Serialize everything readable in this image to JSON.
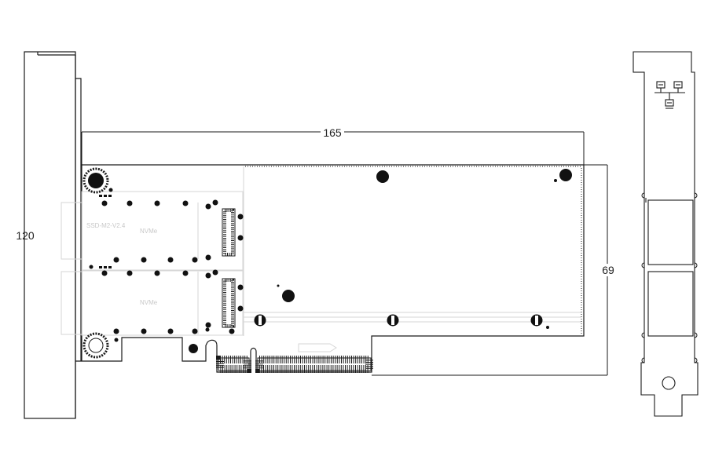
{
  "dimensions": {
    "width_label": "165",
    "height_label": "120",
    "depth_label": "69"
  },
  "board_silkscreen": {
    "model": "SSD-M2-V2.4",
    "slot_1": "NVMe",
    "slot_2": "NVMe"
  },
  "colors": {
    "line": "#1a1a1a",
    "faint": "#cfcfcf",
    "hole": "#111111"
  },
  "icons": [
    "network-icon",
    "pcie-gold-finger-icon",
    "screw-hole-icon"
  ]
}
